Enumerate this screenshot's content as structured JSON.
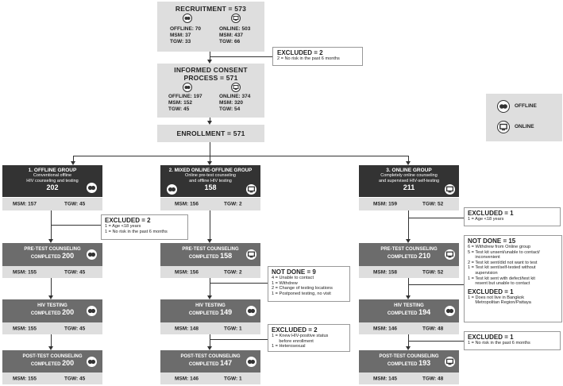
{
  "recruitment": {
    "title": "RECRUITMENT",
    "value": "= 573",
    "offline": [
      "OFFLINE: 70",
      "MSM: 37",
      "TGW: 33"
    ],
    "online": [
      "ONLINE: 503",
      "MSM: 437",
      "TGW: 66"
    ]
  },
  "excluded_top": {
    "title": "EXCLUDED = 2",
    "lines": [
      "2 = No risk in the past 6 months"
    ]
  },
  "consent": {
    "title1": "INFORMED CONSENT",
    "title2": "PROCESS = 571",
    "offline": [
      "OFFLINE: 197",
      "MSM: 152",
      "TGW: 45"
    ],
    "online": [
      "ONLINE: 374",
      "MSM: 320",
      "TGW: 54"
    ]
  },
  "enrollment": {
    "title": "ENROLLMENT = 571"
  },
  "legend": {
    "offline": "OFFLINE",
    "online": "ONLINE"
  },
  "groups": [
    {
      "title": "1. OFFLINE GROUP",
      "desc1": "Conventional offline",
      "desc2": "HIV counseling and testing",
      "count": "202",
      "msm": "MSM: 157",
      "tgw": "TGW: 45",
      "pre_title": "PRE-TEST COUNSELING",
      "pre_completed": "COMPLETED",
      "pre_count": "200",
      "pre_msm": "MSM: 155",
      "pre_tgw": "TGW: 45",
      "hiv_title": "HIV TESTING",
      "hiv_completed": "COMPLETED",
      "hiv_count": "200",
      "hiv_msm": "MSM: 155",
      "hiv_tgw": "TGW: 45",
      "post_title": "POST-TEST COUNSELING",
      "post_completed": "COMPLETED",
      "post_count": "200",
      "post_msm": "MSM: 155",
      "post_tgw": "TGW: 45"
    },
    {
      "title": "2. MIXED ONLINE-OFFLINE GROUP",
      "desc1": "Online pre-test counseling",
      "desc2": "and offline HIV testing",
      "count": "158",
      "msm": "MSM: 156",
      "tgw": "TGW: 2",
      "pre_title": "PRE-TEST COUNSELING",
      "pre_completed": "COMPLETED",
      "pre_count": "158",
      "pre_msm": "MSM: 156",
      "pre_tgw": "TGW: 2",
      "hiv_title": "HIV TESTING",
      "hiv_completed": "COMPLETED",
      "hiv_count": "149",
      "hiv_msm": "MSM: 148",
      "hiv_tgw": "TGW: 1",
      "post_title": "POST-TEST COUNSELING",
      "post_completed": "COMPLETED",
      "post_count": "147",
      "post_msm": "MSM: 146",
      "post_tgw": "TGW: 1"
    },
    {
      "title": "3. ONLINE GROUP",
      "desc1": "Completely online counseling",
      "desc2": "and supervised HIV-self-testing",
      "count": "211",
      "msm": "MSM: 159",
      "tgw": "TGW: 52",
      "pre_title": "PRE-TEST COUNSELING",
      "pre_completed": "COMPLETED",
      "pre_count": "210",
      "pre_msm": "MSM: 158",
      "pre_tgw": "TGW: 52",
      "hiv_title": "HIV TESTING",
      "hiv_completed": "COMPLETED",
      "hiv_count": "194",
      "hiv_msm": "MSM: 146",
      "hiv_tgw": "TGW: 48",
      "post_title": "POST-TEST COUNSELING",
      "post_completed": "COMPLETED",
      "post_count": "193",
      "post_msm": "MSM: 145",
      "post_tgw": "TGW: 48"
    }
  ],
  "g1_excluded": {
    "title": "EXCLUDED = 2",
    "lines": [
      "1 = Age <18 years",
      "1 = No risk in the past 6 months"
    ]
  },
  "g2_notdone": {
    "title": "NOT DONE = 9",
    "lines": [
      "4 = Unable to contact",
      "1 = Withdrew",
      "2 = Change of testing locations",
      "1 = Postponed testing, no visit"
    ]
  },
  "g2_excluded": {
    "title": "EXCLUDED = 2",
    "lines": [
      "1 = Knew HIV-positive status",
      "      before enrollment",
      "1 = Heterosexual"
    ]
  },
  "g3_excluded1": {
    "title": "EXCLUDED = 1",
    "lines": [
      "1 = Age <18 years"
    ]
  },
  "g3_notdone": {
    "title": "NOT DONE = 15",
    "lines": [
      "6 = Withdrew from Online group",
      "5 = Test kit unsent/unable to contact/",
      "      inconvenient",
      "2 = Test kit sent/did not want to test",
      "1 = Test kit sent/self-tested without",
      "      supervision",
      "1 = Test kit sent with defect/test kit",
      "      resent but unable to contact"
    ],
    "ex_title": "EXCLUDED = 1",
    "ex_lines": [
      "1 = Does not live in Bangkok",
      "      Metropolitan Region/Pattaya"
    ]
  },
  "g3_excluded2": {
    "title": "EXCLUDED = 1",
    "lines": [
      "1 = No risk in the past 6 months"
    ]
  }
}
